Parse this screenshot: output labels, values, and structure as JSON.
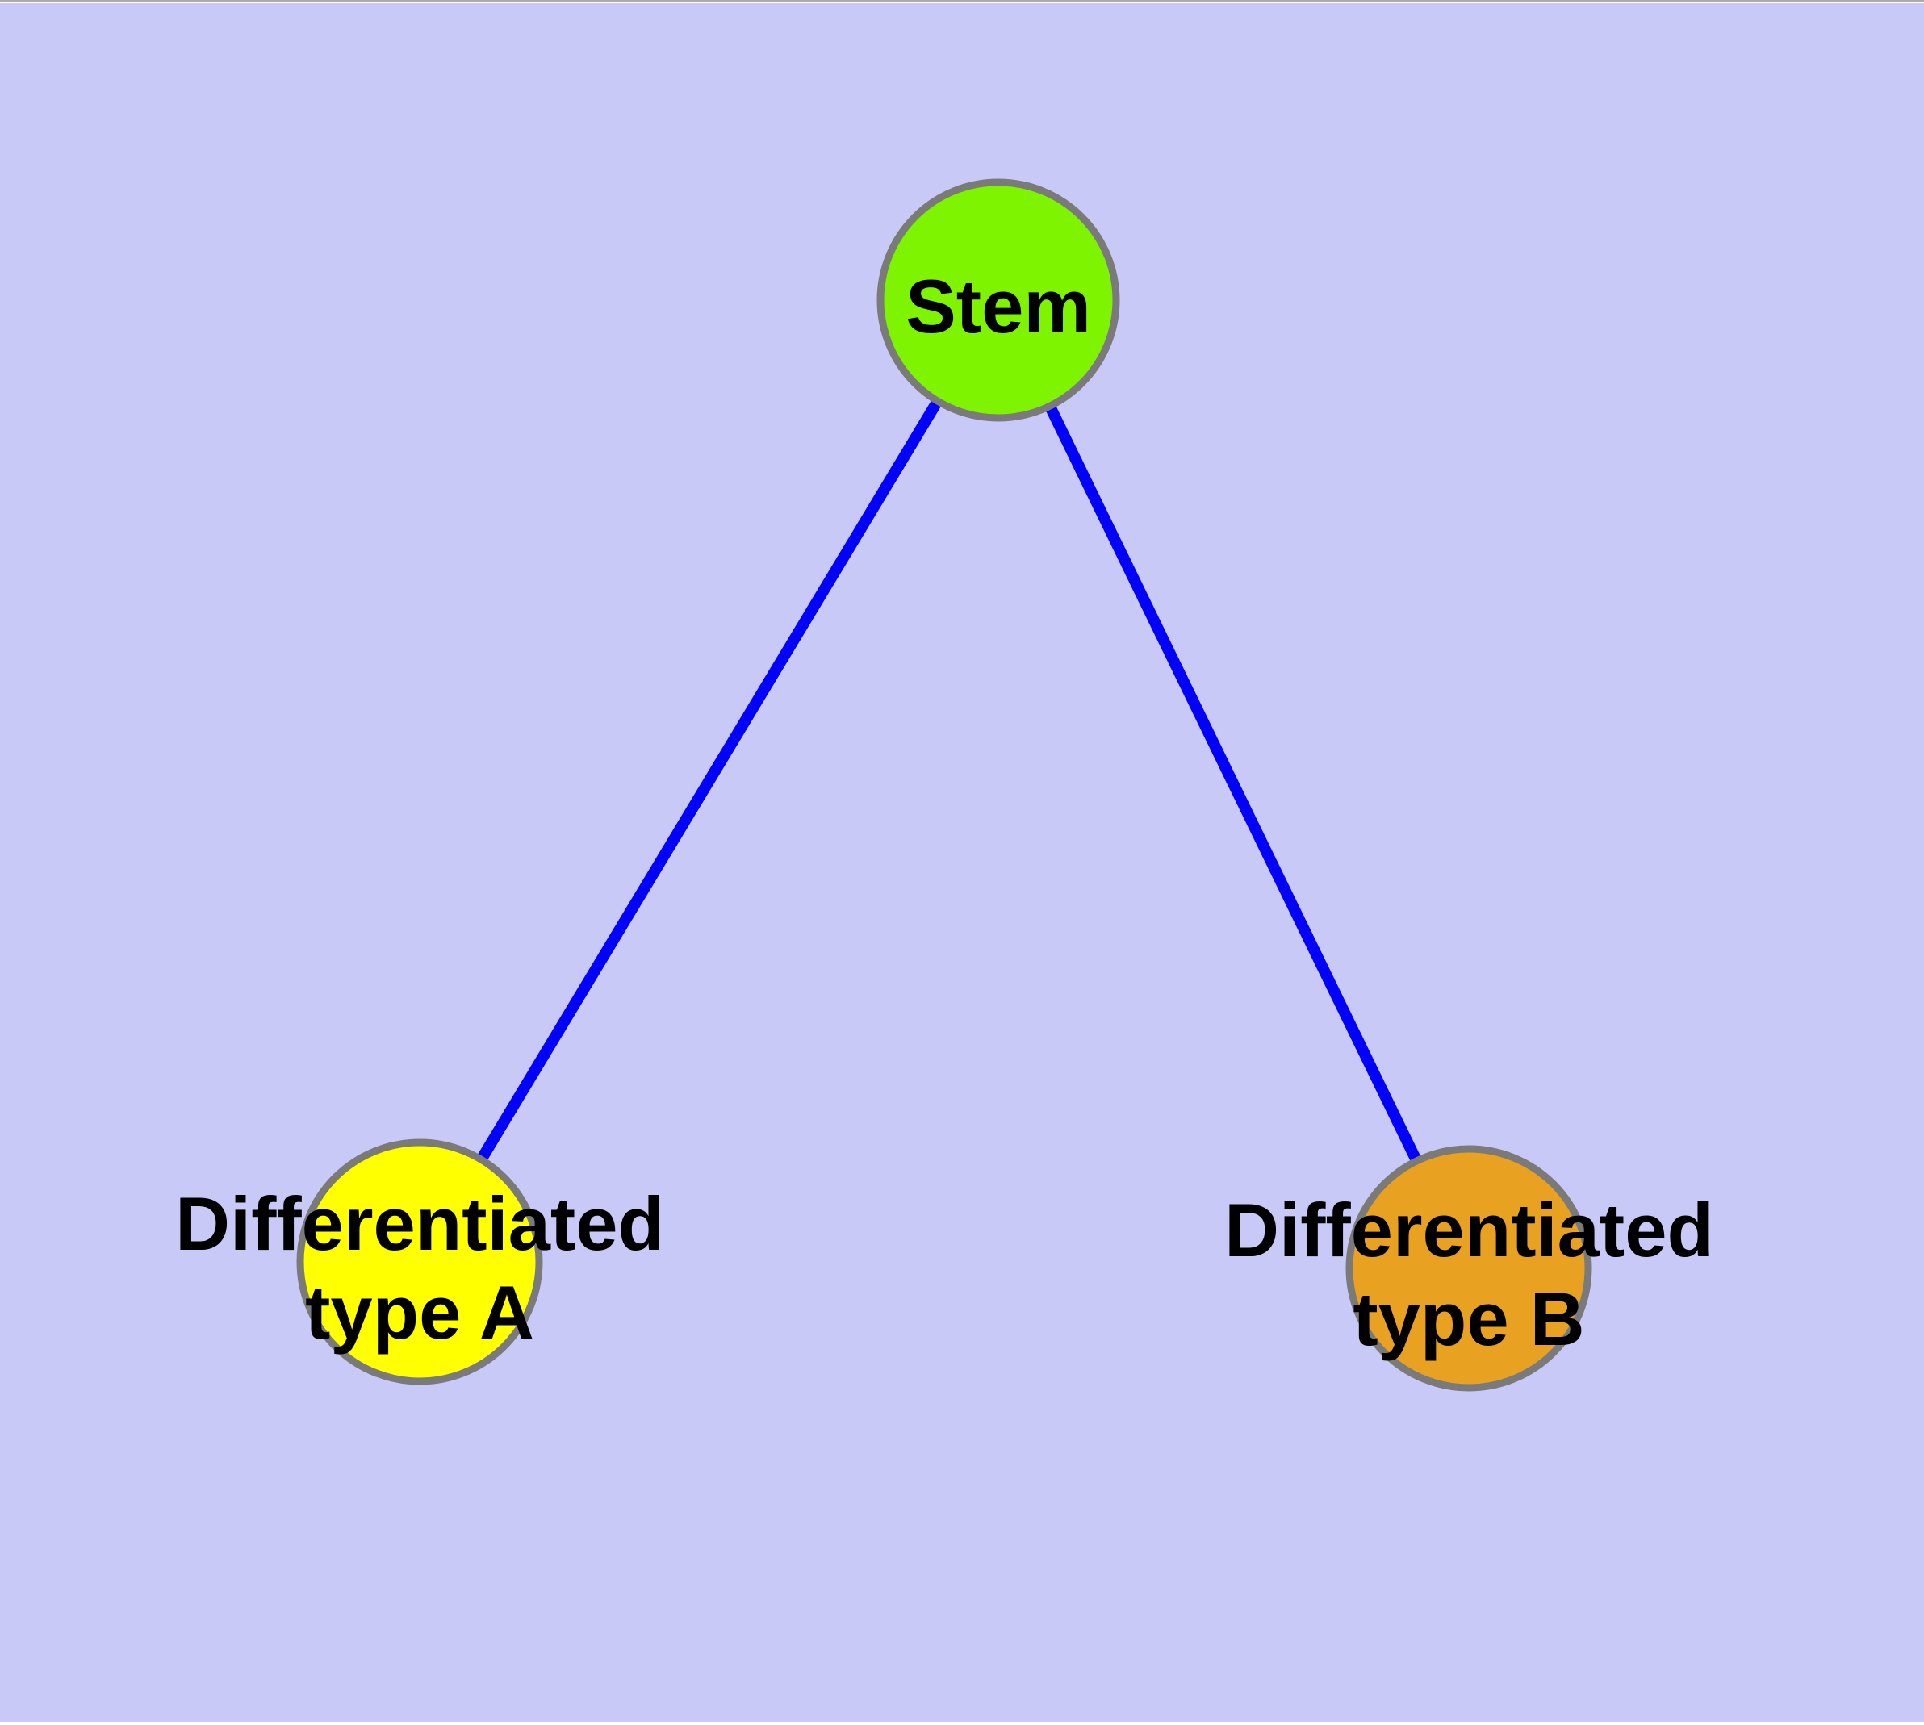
{
  "diagram": {
    "background_color": "#C9C9F8",
    "frame_color": "#FFFFFF",
    "text_color": "#000000",
    "node_border_color": "#7A7A7A",
    "edge_color": "#0202FA",
    "nodes": [
      {
        "id": "stem",
        "label": "Stem",
        "fill": "#7EF400",
        "border": "#7A7A7A"
      },
      {
        "id": "differentiated-type-a",
        "label": "Differentiated\ntype A",
        "fill": "#FFFF00",
        "border": "#7A7A7A"
      },
      {
        "id": "differentiated-type-b",
        "label": "Differentiated\ntype B",
        "fill": "#E8A121",
        "border": "#7A7A7A"
      }
    ],
    "edges": [
      {
        "from": "stem",
        "to": "differentiated-type-a",
        "color": "#0202FA"
      },
      {
        "from": "stem",
        "to": "differentiated-type-b",
        "color": "#0202FA"
      }
    ]
  }
}
